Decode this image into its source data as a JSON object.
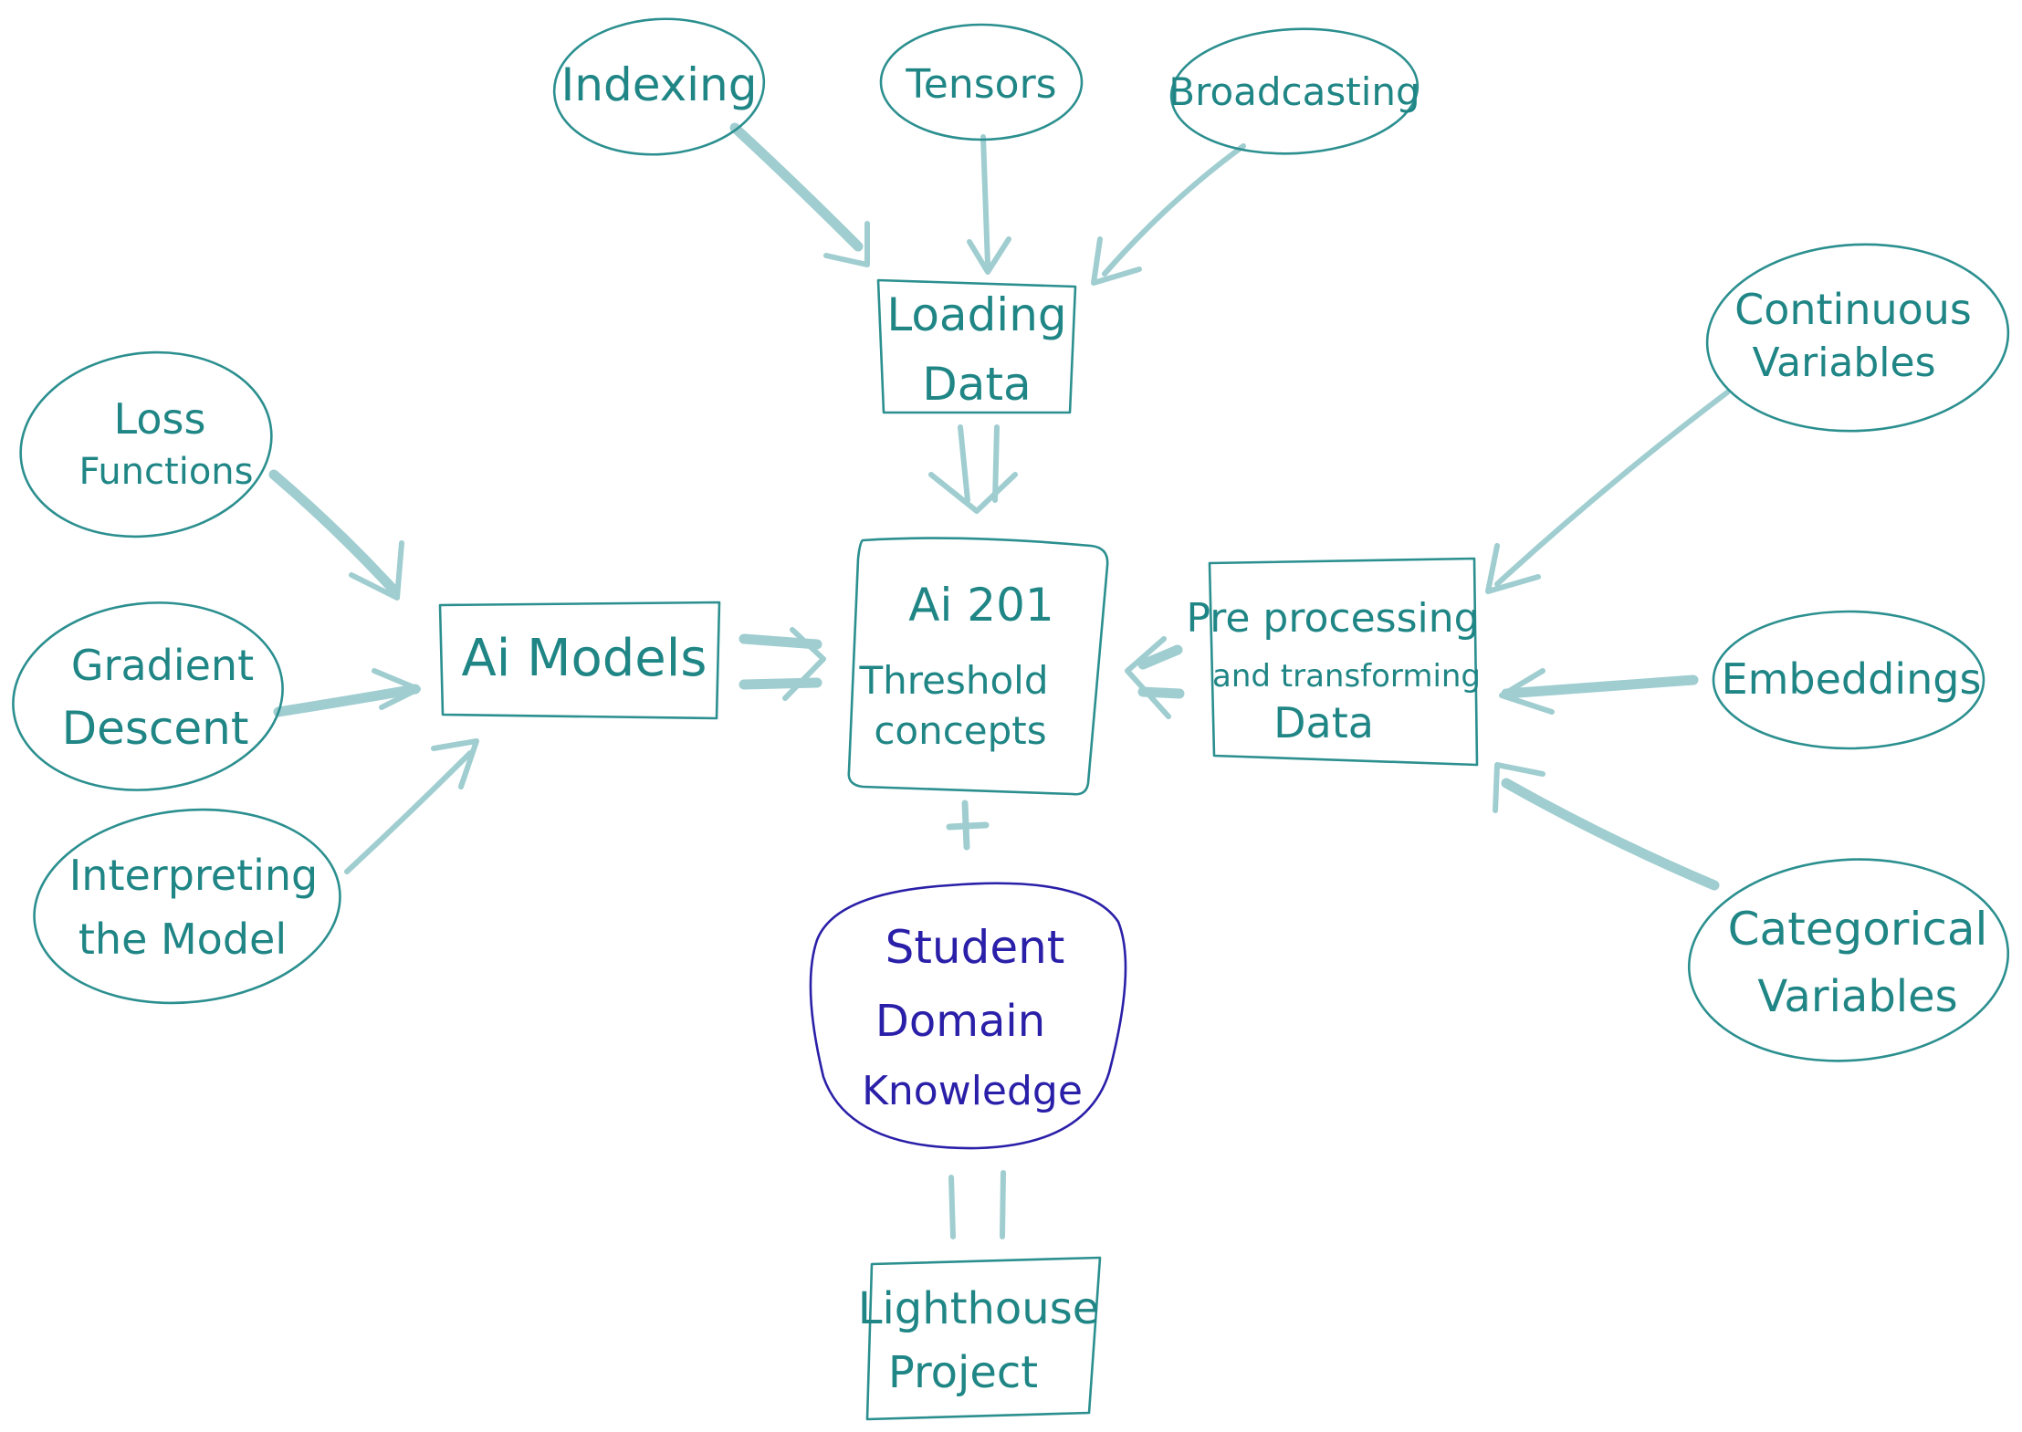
{
  "nodes": {
    "indexing": "Indexing",
    "tensors": "Tensors",
    "broadcasting": "Broadcasting",
    "loading_data": [
      "Loading",
      "Data"
    ],
    "loss_functions": [
      "Loss",
      "Functions"
    ],
    "gradient_descent": [
      "Gradient",
      "Descent"
    ],
    "interpreting_model": [
      "Interpreting",
      "the Model"
    ],
    "ai_models": "Ai Models",
    "center": [
      "Ai 201",
      "Threshold",
      "concepts"
    ],
    "preprocessing": [
      "Pre processing",
      "and transforming",
      "Data"
    ],
    "continuous_variables": [
      "Continuous",
      "Variables"
    ],
    "embeddings": "Embeddings",
    "categorical_variables": [
      "Categorical",
      "Variables"
    ],
    "student_domain": [
      "Student",
      "Domain",
      "Knowledge"
    ],
    "lighthouse": [
      "Lighthouse",
      "Project"
    ]
  },
  "colors": {
    "teal": "#2c8f8f",
    "arrow": "#9fcdd0",
    "blue": "#2a1fa8"
  }
}
